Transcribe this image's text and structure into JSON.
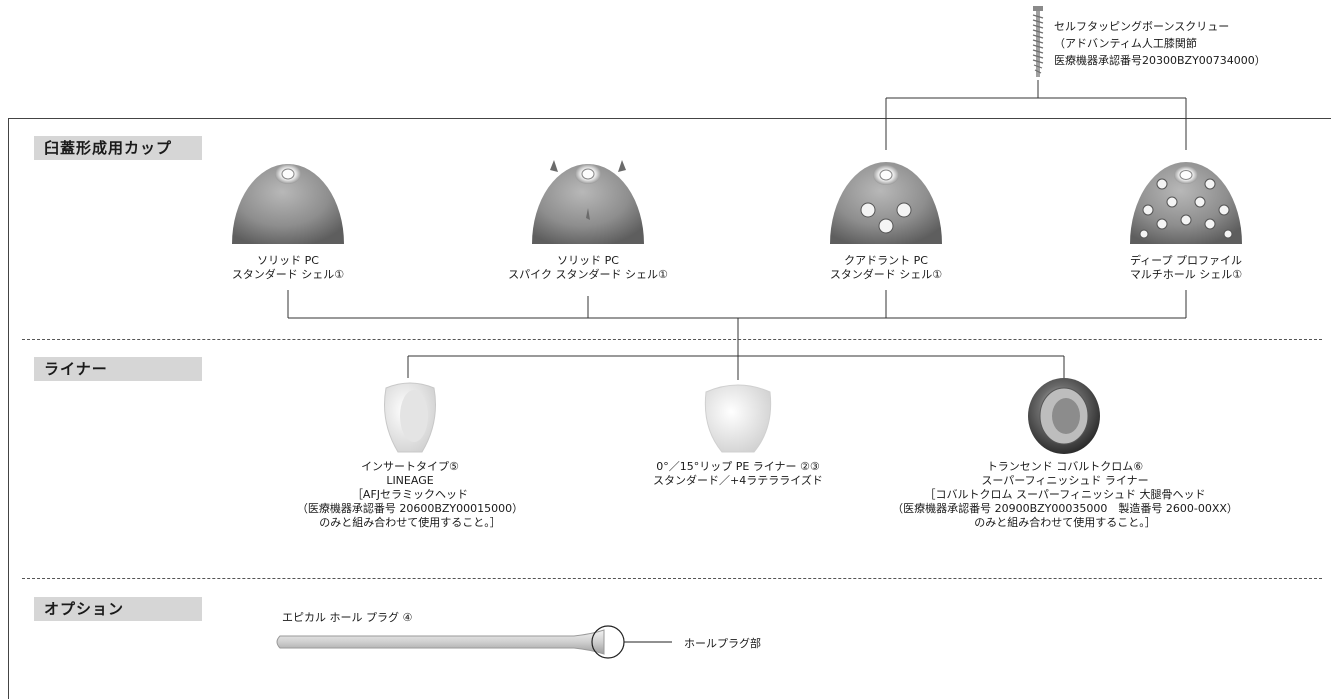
{
  "screw": {
    "line1": "セルフタッピングボーンスクリュー",
    "line2": "（アドバンティム人工膝関節",
    "line3": "医療機器承認番号20300BZY00734000）"
  },
  "sections": {
    "cups": "臼蓋形成用カップ",
    "liners": "ライナー",
    "options": "オプション"
  },
  "cups": [
    {
      "line1": "ソリッド PC",
      "line2": "スタンダード シェル①"
    },
    {
      "line1": "ソリッド PC",
      "line2": "スパイク スタンダード シェル①"
    },
    {
      "line1": "クアドラント PC",
      "line2": "スタンダード シェル①"
    },
    {
      "line1": "ディープ プロファイル",
      "line2": "マルチホール シェル①"
    }
  ],
  "liners": [
    {
      "lines": [
        "インサートタイプ⑤",
        "LINEAGE",
        "［AFJセラミックヘッド",
        "（医療機器承認番号 20600BZY00015000）",
        "のみと組み合わせて使用すること。］"
      ]
    },
    {
      "lines": [
        "0°／15°リップ PE ライナー ②③",
        "スタンダード／+4ラテラライズド"
      ]
    },
    {
      "lines": [
        "トランセンド コバルトクロム⑥",
        "スーパーフィニッシュド ライナー",
        "［コバルトクロム スーパーフィニッシュド 大腿骨ヘッド",
        "（医療機器承認番号 20900BZY00035000　製造番号 2600-00XX）",
        "のみと組み合わせて使用すること。］"
      ]
    }
  ],
  "option": {
    "plug_label": "エピカル ホール プラグ ④",
    "callout": "ホールプラグ部"
  }
}
